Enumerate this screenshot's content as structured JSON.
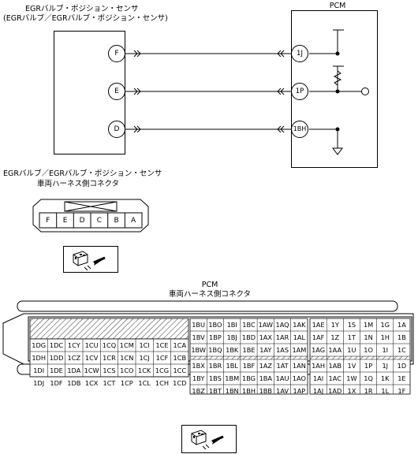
{
  "sensor": {
    "title_line1": "EGRバルブ・ポジション・センサ",
    "title_line2": "(EGRバルブ／EGRバルブ・ポジション・センサ)",
    "pins": [
      "F",
      "E",
      "D"
    ]
  },
  "pcm": {
    "title": "PCM",
    "pins": [
      "1J",
      "1P",
      "1BH"
    ]
  },
  "sensor_connector": {
    "title_line1": "EGRバルブ／EGRバルブ・ポジション・センサ",
    "title_line2": "車両ハーネス側コネクタ",
    "pins": [
      "F",
      "E",
      "D",
      "C",
      "B",
      "A"
    ]
  },
  "pcm_connector": {
    "title_line1": "PCM",
    "title_line2": "車両ハーネス側コネクタ",
    "left_block": [
      [
        "1DG",
        "1DC",
        "1CY",
        "1CU",
        "1CQ",
        "1CM",
        "1CI",
        "1CE",
        "1CA"
      ],
      [
        "1DH",
        "1DD",
        "1CZ",
        "1CV",
        "1CR",
        "1CN",
        "1CJ",
        "1CF",
        "1CB"
      ],
      [
        "1DI",
        "1DE",
        "1DA",
        "1CW",
        "1CS",
        "1CO",
        "1CK",
        "1CG",
        "1CC"
      ],
      [
        "1DJ",
        "1DF",
        "1DB",
        "1CX",
        "1CT",
        "1CP",
        "1CL",
        "1CH",
        "1CD"
      ]
    ],
    "middle_block": [
      [
        "1BU",
        "1BO",
        "1BI",
        "1BC",
        "1AW",
        "1AQ",
        "1AK"
      ],
      [
        "1BV",
        "1BP",
        "1BJ",
        "1BD",
        "1AX",
        "1AR",
        "1AL"
      ],
      [
        "1BW",
        "1BQ",
        "1BK",
        "1BE",
        "1AY",
        "1AS",
        "1AM"
      ],
      [
        "1BX",
        "1BR",
        "1BL",
        "1BF",
        "1AZ",
        "1AT",
        "1AN"
      ],
      [
        "1BY",
        "1BS",
        "1BM",
        "1BG",
        "1BA",
        "1AU",
        "1AO"
      ],
      [
        "1BZ",
        "1BT",
        "1BN",
        "1BH",
        "1BB",
        "1AV",
        "1AP"
      ]
    ],
    "right_block": [
      [
        "1AE",
        "1Y",
        "1S",
        "1M",
        "1G",
        "1A"
      ],
      [
        "1AF",
        "1Z",
        "1T",
        "1N",
        "1H",
        "1B"
      ],
      [
        "1AG",
        "1AA",
        "1U",
        "1O",
        "1I",
        "1C"
      ],
      [
        "1AH",
        "1AB",
        "1V",
        "1P",
        "1J",
        "1D"
      ],
      [
        "1AI",
        "1AC",
        "1W",
        "1Q",
        "1K",
        "1E"
      ],
      [
        "1AJ",
        "1AD",
        "1X",
        "1R",
        "1L",
        "1F"
      ]
    ]
  }
}
